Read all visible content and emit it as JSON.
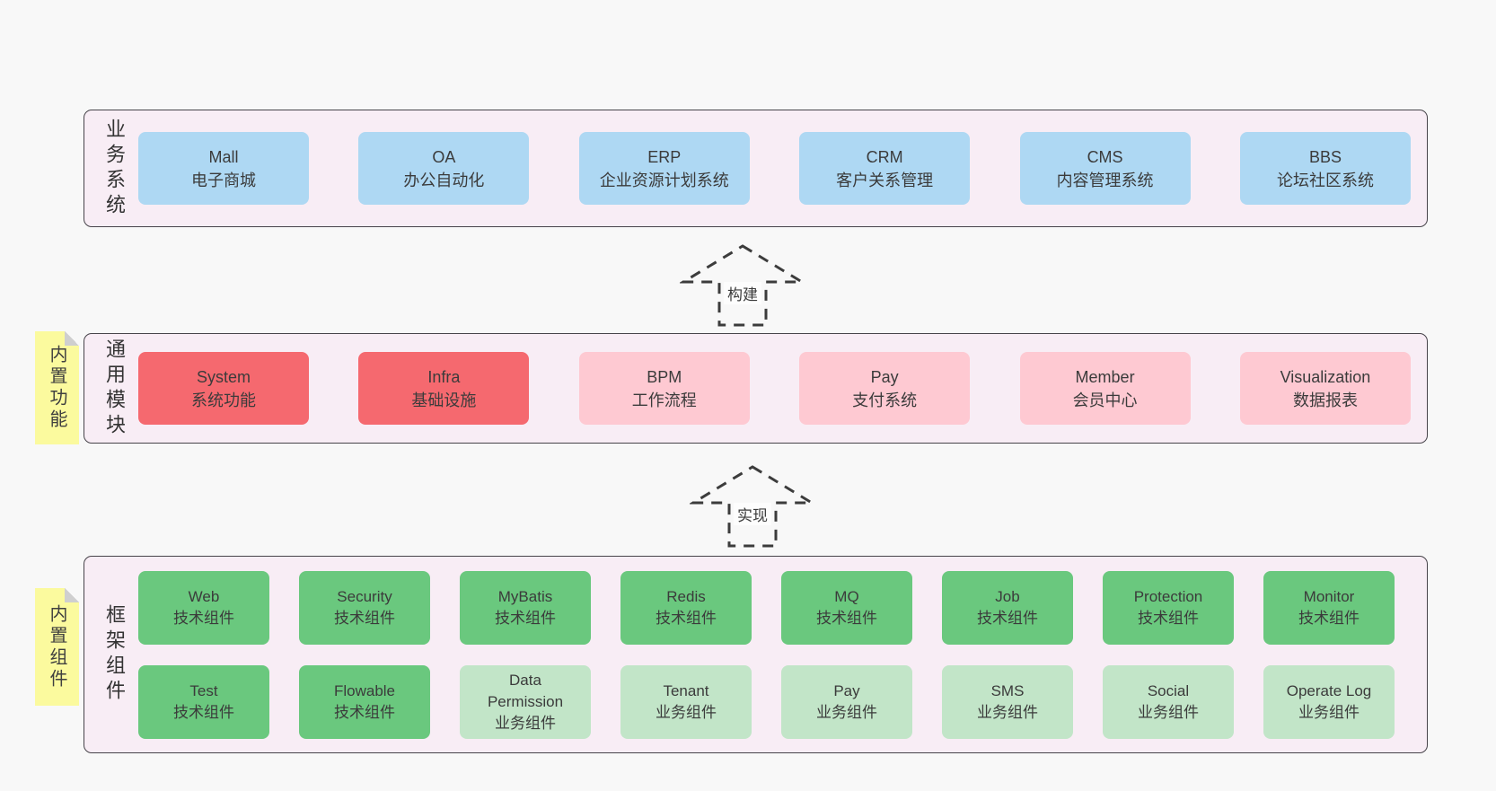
{
  "colors": {
    "page_bg": "#f8f8f8",
    "panel_bg": "#f8edf5",
    "panel_border": "#47444a",
    "blue": "#aed8f3",
    "red": "#f5696f",
    "pink": "#fec9d2",
    "green": "#6ac87e",
    "green_light": "#c2e5c8",
    "note_yellow": "#fbfa9e",
    "note_fold_gray": "#cfcfcf",
    "arrow_stroke": "#3c3c3c"
  },
  "arrows": [
    {
      "label": "构建"
    },
    {
      "label": "实现"
    }
  ],
  "layers": [
    {
      "label": "业务系统",
      "boxes": [
        {
          "en": "Mall",
          "zh": "电子商城"
        },
        {
          "en": "OA",
          "zh": "办公自动化"
        },
        {
          "en": "ERP",
          "zh": "企业资源计划系统"
        },
        {
          "en": "CRM",
          "zh": "客户关系管理"
        },
        {
          "en": "CMS",
          "zh": "内容管理系统"
        },
        {
          "en": "BBS",
          "zh": "论坛社区系统"
        }
      ]
    },
    {
      "label": "通用模块",
      "note": "内置功能",
      "boxes": [
        {
          "en": "System",
          "zh": "系统功能"
        },
        {
          "en": "Infra",
          "zh": "基础设施"
        },
        {
          "en": "BPM",
          "zh": "工作流程"
        },
        {
          "en": "Pay",
          "zh": "支付系统"
        },
        {
          "en": "Member",
          "zh": "会员中心"
        },
        {
          "en": "Visualization",
          "zh": "数据报表"
        }
      ]
    },
    {
      "label": "框架组件",
      "note": "内置组件",
      "row1": [
        {
          "en": "Web",
          "zh": "技术组件"
        },
        {
          "en": "Security",
          "zh": "技术组件"
        },
        {
          "en": "MyBatis",
          "zh": "技术组件"
        },
        {
          "en": "Redis",
          "zh": "技术组件"
        },
        {
          "en": "MQ",
          "zh": "技术组件"
        },
        {
          "en": "Job",
          "zh": "技术组件"
        },
        {
          "en": "Protection",
          "zh": "技术组件"
        },
        {
          "en": "Monitor",
          "zh": "技术组件"
        }
      ],
      "row2": [
        {
          "en": "Test",
          "zh": "技术组件"
        },
        {
          "en": "Flowable",
          "zh": "技术组件"
        },
        {
          "en": "Data Permission",
          "zh": "业务组件"
        },
        {
          "en": "Tenant",
          "zh": "业务组件"
        },
        {
          "en": "Pay",
          "zh": "业务组件"
        },
        {
          "en": "SMS",
          "zh": "业务组件"
        },
        {
          "en": "Social",
          "zh": "业务组件"
        },
        {
          "en": "Operate Log",
          "zh": "业务组件"
        }
      ]
    }
  ]
}
